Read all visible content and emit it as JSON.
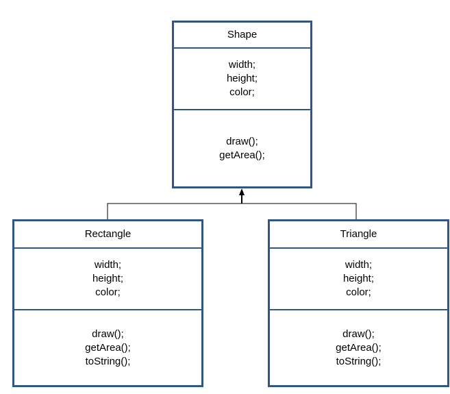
{
  "classes": {
    "shape": {
      "name": "Shape",
      "attributes": [
        "width;",
        "height;",
        "color;"
      ],
      "methods": [
        "draw();",
        "getArea();"
      ]
    },
    "rectangle": {
      "name": "Rectangle",
      "attributes": [
        "width;",
        "height;",
        "color;"
      ],
      "methods": [
        "draw();",
        "getArea();",
        "toString();"
      ]
    },
    "triangle": {
      "name": "Triangle",
      "attributes": [
        "width;",
        "height;",
        "color;"
      ],
      "methods": [
        "draw();",
        "getArea();",
        "toString();"
      ]
    }
  },
  "colors": {
    "border": "#2f5684",
    "connector": "#000000"
  }
}
